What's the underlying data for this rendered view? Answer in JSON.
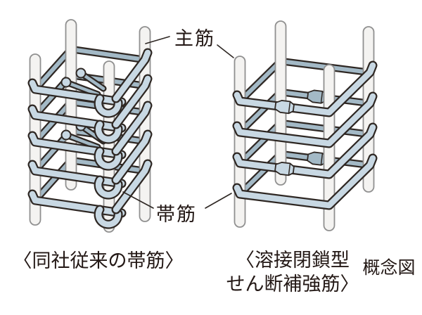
{
  "diagram": {
    "note": "概念図",
    "labels": {
      "main_bar": "主筋",
      "hoop": "帯筋"
    },
    "captions": {
      "left": "〈同社従来の帯筋〉",
      "right_line1": "〈溶接閉鎖型",
      "right_line2": "せん断補強筋〉"
    },
    "cages": [
      {
        "caption": "〈同社従来の帯筋〉",
        "main_bar_count": 4,
        "hoop_count": 5,
        "hook_ends_visible": true,
        "weld_bulges": false
      },
      {
        "caption": "〈溶接閉鎖型せん断補強筋〉",
        "main_bar_count": 4,
        "hoop_count": 4,
        "hook_ends_visible": false,
        "weld_bulges": true
      }
    ],
    "colors": {
      "background": "#ffffff",
      "hoop_front": "#c8d8e3",
      "hoop_back": "#a3b9c6",
      "main_bar_fill": "#f4f3f1",
      "main_bar_stroke": "#909090",
      "outline": "#2e2723",
      "text": "#231815"
    }
  }
}
